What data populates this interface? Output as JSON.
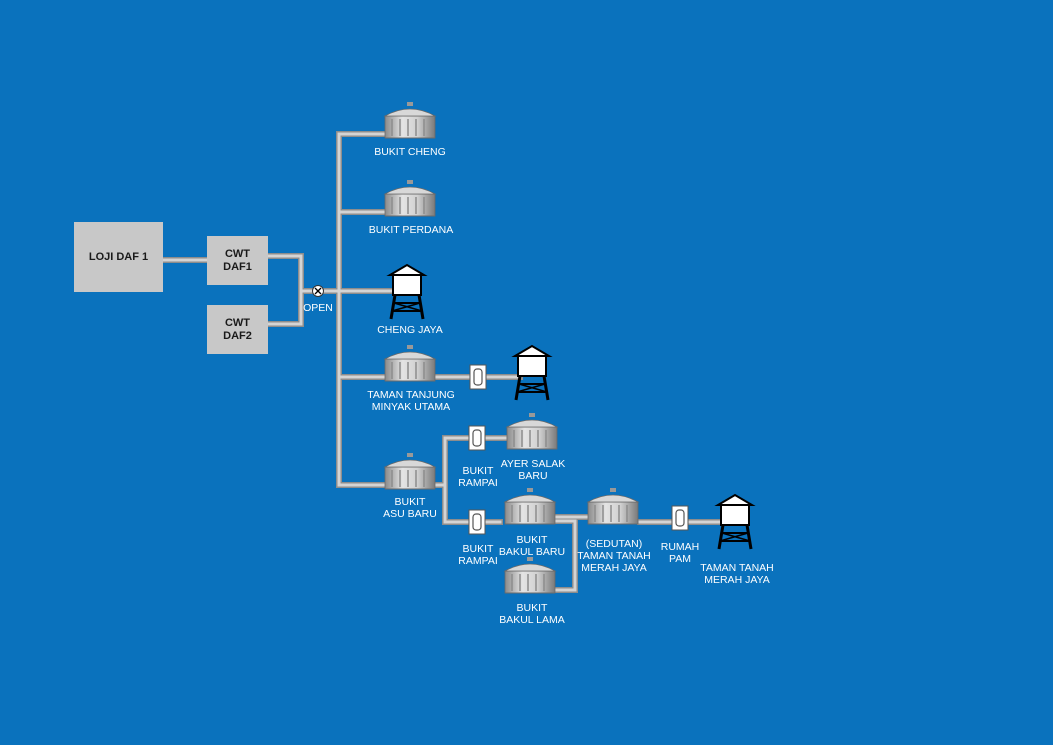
{
  "plant": {
    "loji": "LOJI DAF 1"
  },
  "cwt": [
    {
      "line1": "CWT",
      "line2": "DAF1"
    },
    {
      "line1": "CWT",
      "line2": "DAF2"
    }
  ],
  "valve": {
    "label": "OPEN",
    "symbol": "X"
  },
  "nodes": {
    "bukit_cheng": {
      "l1": "BUKIT CHENG"
    },
    "bukit_perdana": {
      "l1": "BUKIT PERDANA"
    },
    "cheng_jaya": {
      "l1": "CHENG JAYA"
    },
    "taman_tanjung": {
      "l1": "TAMAN TANJUNG",
      "l2": "MINYAK UTAMA"
    },
    "bukit_asu_baru": {
      "l1": "BUKIT",
      "l2": "ASU BARU"
    },
    "bukit_rampai_1": {
      "l1": "BUKIT",
      "l2": "RAMPAI"
    },
    "ayer_salak": {
      "l1": "AYER SALAK",
      "l2": "BARU"
    },
    "bukit_rampai_2": {
      "l1": "BUKIT",
      "l2": "RAMPAI"
    },
    "bakul_baru": {
      "l1": "BUKIT",
      "l2": "BAKUL BARU"
    },
    "bakul_lama": {
      "l1": "BUKIT",
      "l2": "BAKUL LAMA"
    },
    "sedutan": {
      "l1": "(SEDUTAN)",
      "l2": "TAMAN TANAH",
      "l3": "MERAH JAYA"
    },
    "rumah_pam": {
      "l1": "RUMAH",
      "l2": "PAM"
    },
    "ttmj": {
      "l1": "TAMAN TANAH",
      "l2": "MERAH JAYA"
    }
  },
  "colors": {
    "background": "#0a72bd",
    "pipe": "#c4c4c4",
    "box": "#c8c8c8",
    "tank": "#bdbdbd",
    "label": "#ffffff"
  }
}
